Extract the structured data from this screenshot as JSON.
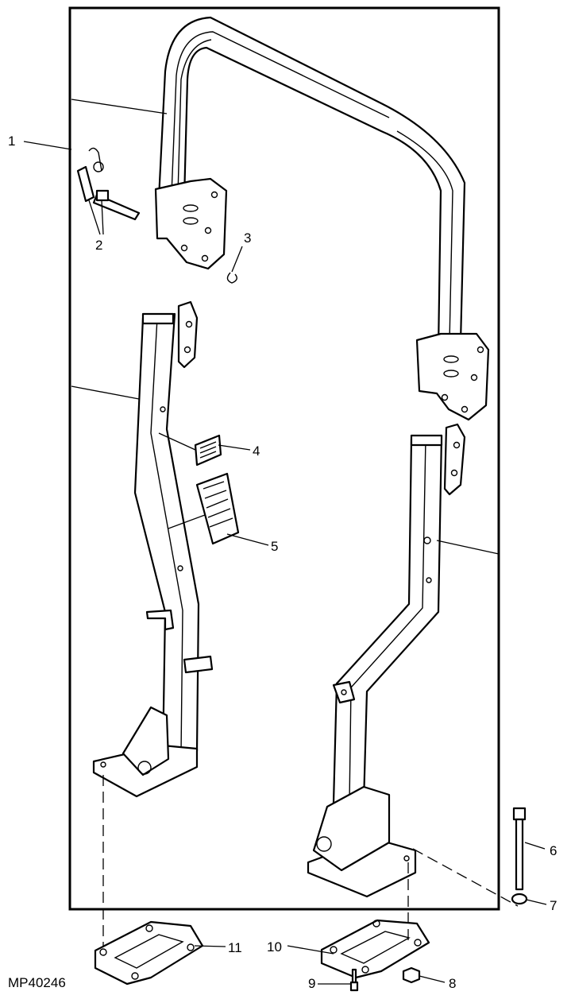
{
  "figure_code": "MP40246",
  "callouts": [
    "1",
    "2",
    "3",
    "4",
    "5",
    "6",
    "7",
    "8",
    "9",
    "10",
    "11"
  ],
  "colors": {
    "line": "#000000",
    "background": "#ffffff"
  }
}
